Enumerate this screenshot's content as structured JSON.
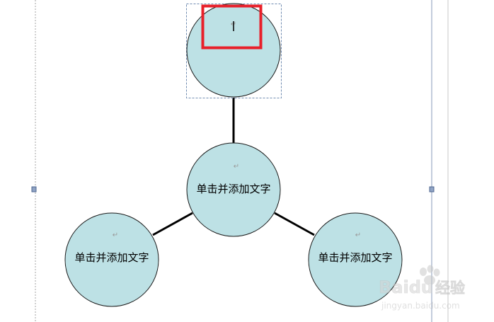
{
  "diagram": {
    "shape_fill": "#bde1e5",
    "shape_stroke": "#1a1a1a",
    "connector_color": "#000000",
    "selection_highlight_color": "#e8202a",
    "paragraph_mark": "↵",
    "nodes": {
      "top": {
        "label": ""
      },
      "center": {
        "label": "单击并添加文字"
      },
      "left": {
        "label": "单击并添加文字"
      },
      "right": {
        "label": "单击并添加文字"
      }
    }
  },
  "watermark": {
    "brand": "Baidu",
    "suffix": "经验",
    "url": "jingyan.baidu.com"
  }
}
